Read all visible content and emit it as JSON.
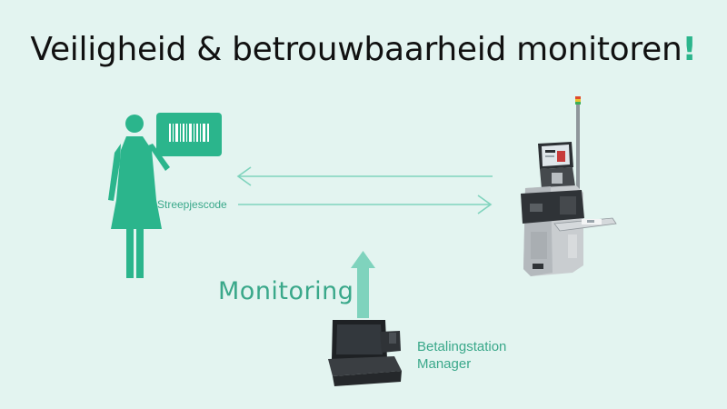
{
  "title": {
    "text": "Veiligheid & betrouwbaarheid monitoren",
    "exclamation": "!"
  },
  "labels": {
    "barcode": "Streepjescode",
    "monitoring": "Monitoring",
    "manager_line1": "Betalingstation",
    "manager_line2": "Manager"
  },
  "colors": {
    "background": "#e3f4f0",
    "accent": "#2bb58c",
    "arrow": "#7fd3bd",
    "label": "#3aa88a"
  },
  "icons": [
    "staff-person-icon",
    "barcode-icon",
    "self-checkout-kiosk-icon",
    "pos-terminal-icon",
    "arrow-left-icon",
    "arrow-right-icon",
    "arrow-up-icon"
  ]
}
